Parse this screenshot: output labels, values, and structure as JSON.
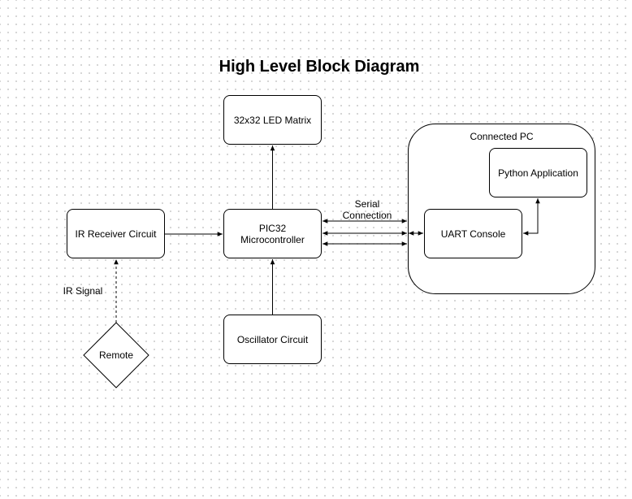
{
  "title": "High Level Block Diagram",
  "blocks": {
    "led_matrix": "32x32 LED Matrix",
    "pic32_line1": "PIC32",
    "pic32_line2": "Microcontroller",
    "ir_receiver": "IR Receiver Circuit",
    "oscillator": "Oscillator Circuit",
    "remote": "Remote",
    "connected_pc": "Connected PC",
    "python_app": "Python Application",
    "uart_console": "UART Console"
  },
  "labels": {
    "ir_signal": "IR Signal",
    "serial_line1": "Serial",
    "serial_line2": "Connection"
  }
}
